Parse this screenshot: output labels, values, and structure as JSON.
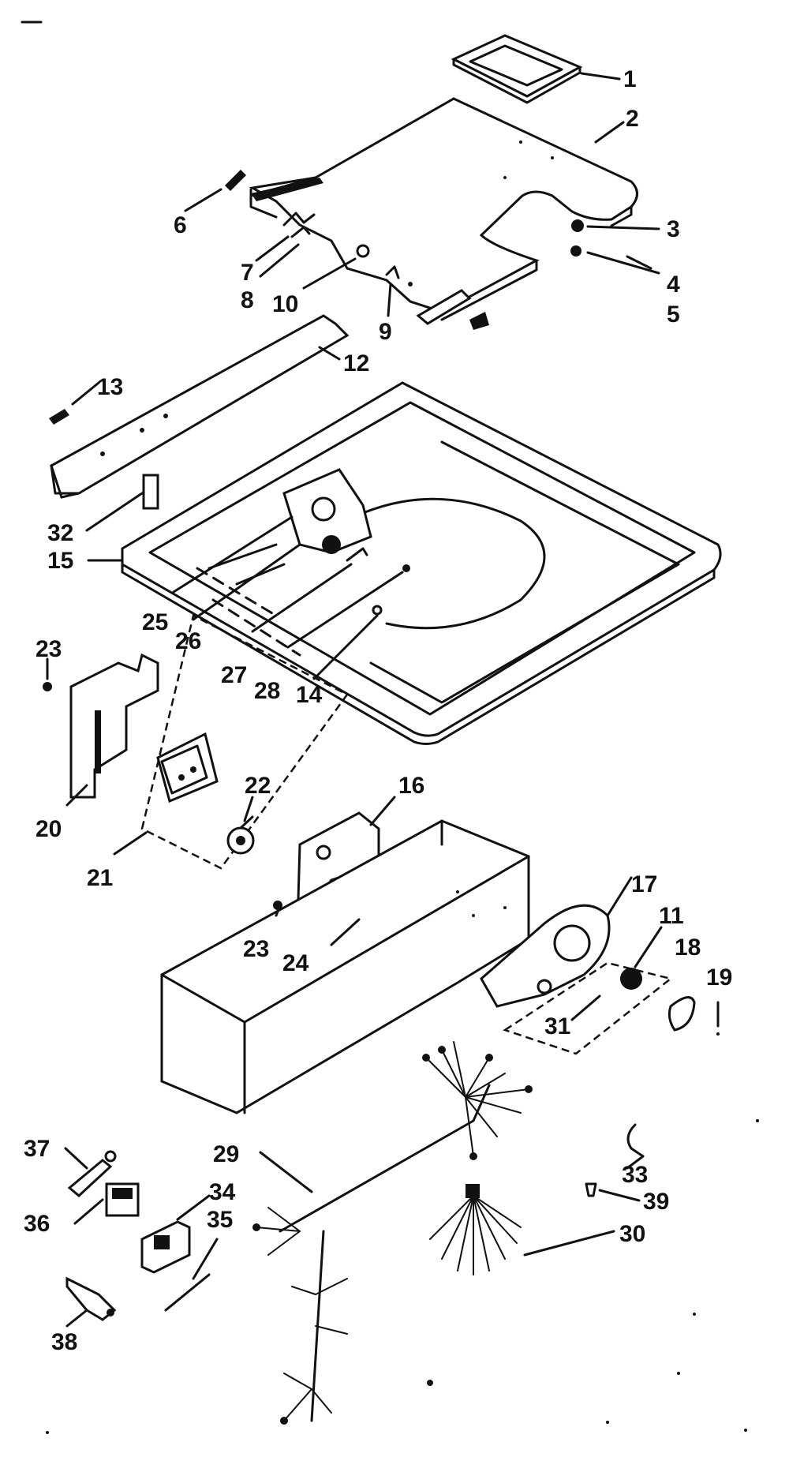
{
  "diagram": {
    "labels": {
      "p1": "1",
      "p2": "2",
      "p3": "3",
      "p4": "4",
      "p5": "5",
      "p6": "6",
      "p7": "7",
      "p8": "8",
      "p9": "9",
      "p10": "10",
      "p11": "11",
      "p12": "12",
      "p13": "13",
      "p14": "14",
      "p15": "15",
      "p16": "16",
      "p17": "17",
      "p18": "18",
      "p19": "19",
      "p20": "20",
      "p21": "21",
      "p22": "22",
      "p23a": "23",
      "p23b": "23",
      "p24": "24",
      "p25": "25",
      "p26": "26",
      "p27": "27",
      "p28": "28",
      "p29": "29",
      "p30": "30",
      "p31": "31",
      "p32": "32",
      "p33": "33",
      "p34": "34",
      "p35": "35",
      "p36": "36",
      "p37": "37",
      "p38": "38",
      "p39": "39"
    }
  }
}
